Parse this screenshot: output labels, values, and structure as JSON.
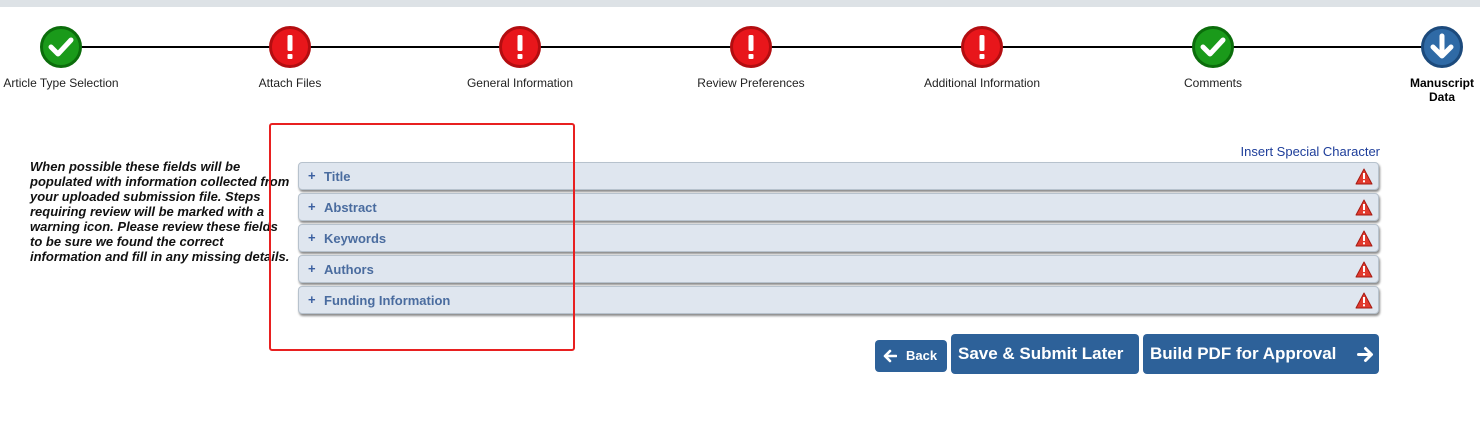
{
  "steps": [
    {
      "label": "Article Type Selection",
      "status": "complete",
      "icon": "check-icon"
    },
    {
      "label": "Attach Files",
      "status": "error",
      "icon": "exclamation-icon"
    },
    {
      "label": "General Information",
      "status": "error",
      "icon": "exclamation-icon"
    },
    {
      "label": "Review Preferences",
      "status": "error",
      "icon": "exclamation-icon"
    },
    {
      "label": "Additional Information",
      "status": "error",
      "icon": "exclamation-icon"
    },
    {
      "label": "Comments",
      "status": "complete",
      "icon": "check-icon"
    },
    {
      "label": "Manuscript Data",
      "status": "current",
      "icon": "arrow-down-icon"
    }
  ],
  "help_text": "When possible these fields will be populated with information collected from your uploaded submission file. Steps requiring review will be marked with a warning icon. Please review these fields to be sure we found the correct information and fill in any missing details.",
  "insert_special_character": "Insert Special Character",
  "sections": [
    {
      "title": "Title",
      "expand_icon": "+",
      "icon": "warning-icon"
    },
    {
      "title": "Abstract",
      "expand_icon": "+",
      "icon": "warning-icon"
    },
    {
      "title": "Keywords",
      "expand_icon": "+",
      "icon": "warning-icon"
    },
    {
      "title": "Authors",
      "expand_icon": "+",
      "icon": "warning-icon"
    },
    {
      "title": "Funding Information",
      "expand_icon": "+",
      "icon": "warning-icon"
    }
  ],
  "buttons": {
    "back": "Back",
    "save": "Save & Submit Later",
    "build_pdf": "Build PDF for Approval"
  },
  "colors": {
    "complete": "#1a9a1a",
    "error": "#e8161b",
    "current": "#2f6aa6",
    "button": "#2d6199",
    "highlight_box": "#e82020"
  }
}
